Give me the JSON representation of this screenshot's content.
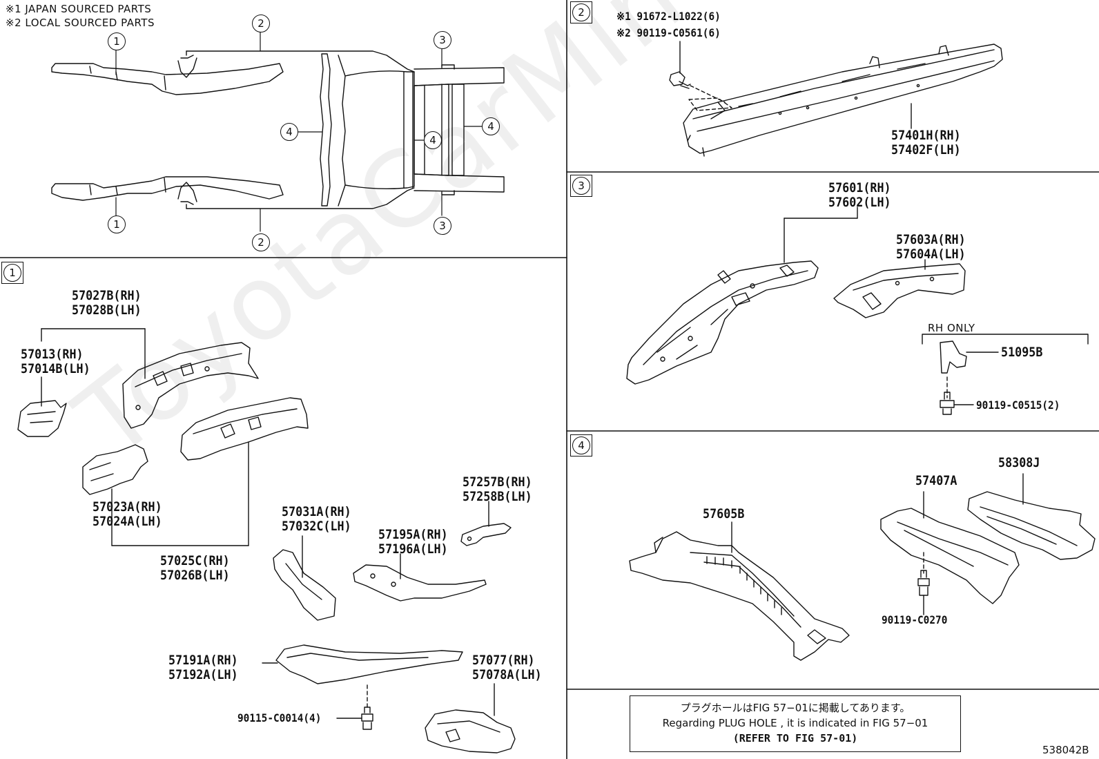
{
  "notes": {
    "japan": "※1 JAPAN SOURCED PARTS",
    "local": "※2 LOCAL SOURCED PARTS"
  },
  "callouts": {
    "c1": "1",
    "c2": "2",
    "c3": "3",
    "c4": "4"
  },
  "section2": {
    "bolt1": "※1 91672-L1022(6)",
    "bolt2": "※2 90119-C0561(6)",
    "rh": "57401H(RH)",
    "lh": "57402F(LH)"
  },
  "section3": {
    "main_rh": "57601(RH)",
    "main_lh": "57602(LH)",
    "sub_rh": "57603A(RH)",
    "sub_lh": "57604A(LH)",
    "rh_only": "RH ONLY",
    "bracket": "51095B",
    "bolt": "90119-C0515(2)"
  },
  "section4": {
    "p1": "57605B",
    "p2": "57407A",
    "p3": "58308J",
    "bolt": "90119-C0270"
  },
  "section1": {
    "p1_rh": "57027B(RH)",
    "p1_lh": "57028B(LH)",
    "p2_rh": "57013(RH)",
    "p2_lh": "57014B(LH)",
    "p3_rh": "57023A(RH)",
    "p3_lh": "57024A(LH)",
    "p4_rh": "57025C(RH)",
    "p4_lh": "57026B(LH)",
    "p5_rh": "57031A(RH)",
    "p5_lh": "57032C(LH)",
    "p6_rh": "57257B(RH)",
    "p6_lh": "57258B(LH)",
    "p7_rh": "57195A(RH)",
    "p7_lh": "57196A(LH)",
    "p8_rh": "57191A(RH)",
    "p8_lh": "57192A(LH)",
    "p9_rh": "57077(RH)",
    "p9_lh": "57078A(LH)",
    "bolt": "90115-C0014(4)"
  },
  "reference": {
    "jp": "プラグホールはFIG 57−01に掲載してあります。",
    "en": "Regarding  PLUG  HOLE , it is indicated in FIG 57−01",
    "refer": "(REFER TO FIG 57-01)"
  },
  "figure_code": "538042B",
  "watermark": "ToyotaCarMine.ru"
}
